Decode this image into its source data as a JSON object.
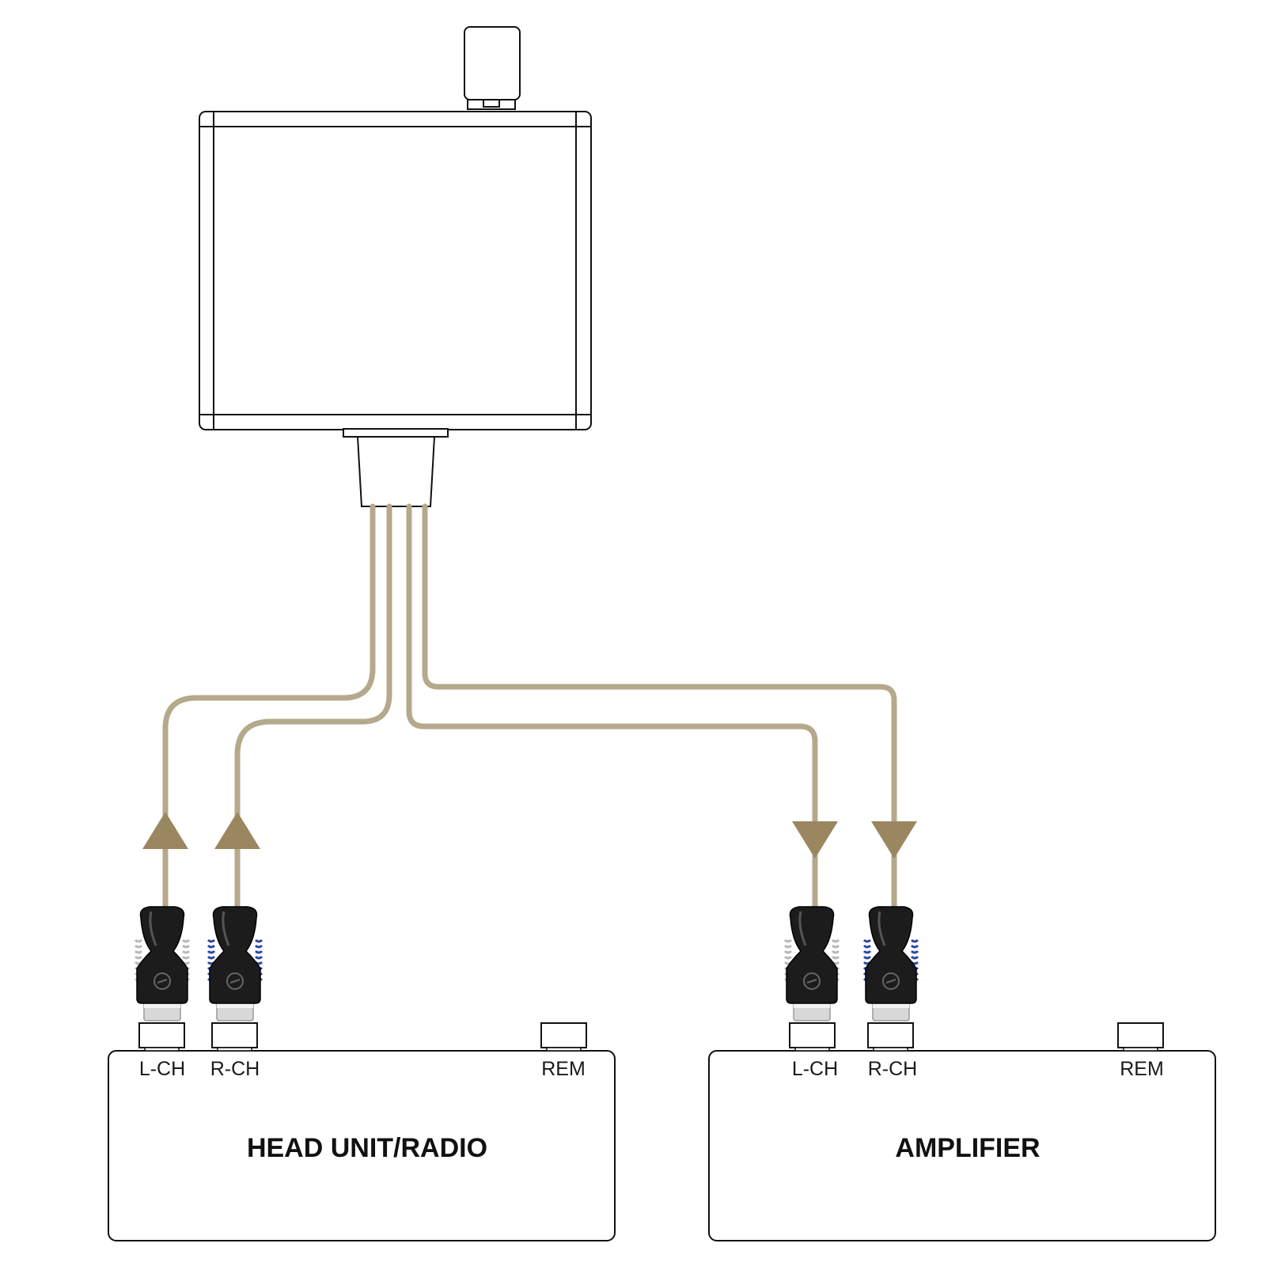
{
  "colors": {
    "cable": "#b5a98c",
    "arrow": "#9b875f",
    "outline": "#111111",
    "plug_body": "#1c1c1c",
    "spring_left": "#b8b8b8",
    "spring_right": "#2d4aa8",
    "plug_tip": "#d8d8d8"
  },
  "head_unit": {
    "title": "HEAD UNIT/RADIO",
    "ports": {
      "left": "L-CH",
      "right": "R-CH",
      "remote": "REM"
    }
  },
  "amplifier": {
    "title": "AMPLIFIER",
    "ports": {
      "left": "L-CH",
      "right": "R-CH",
      "remote": "REM"
    }
  },
  "connections": [
    {
      "from": "head_unit.L-CH",
      "to": "device",
      "arrow": "up",
      "spring": "spring_left"
    },
    {
      "from": "head_unit.R-CH",
      "to": "device",
      "arrow": "up",
      "spring": "spring_right"
    },
    {
      "from": "device",
      "to": "amplifier.L-CH",
      "arrow": "down",
      "spring": "spring_left"
    },
    {
      "from": "device",
      "to": "amplifier.R-CH",
      "arrow": "down",
      "spring": "spring_right"
    }
  ]
}
